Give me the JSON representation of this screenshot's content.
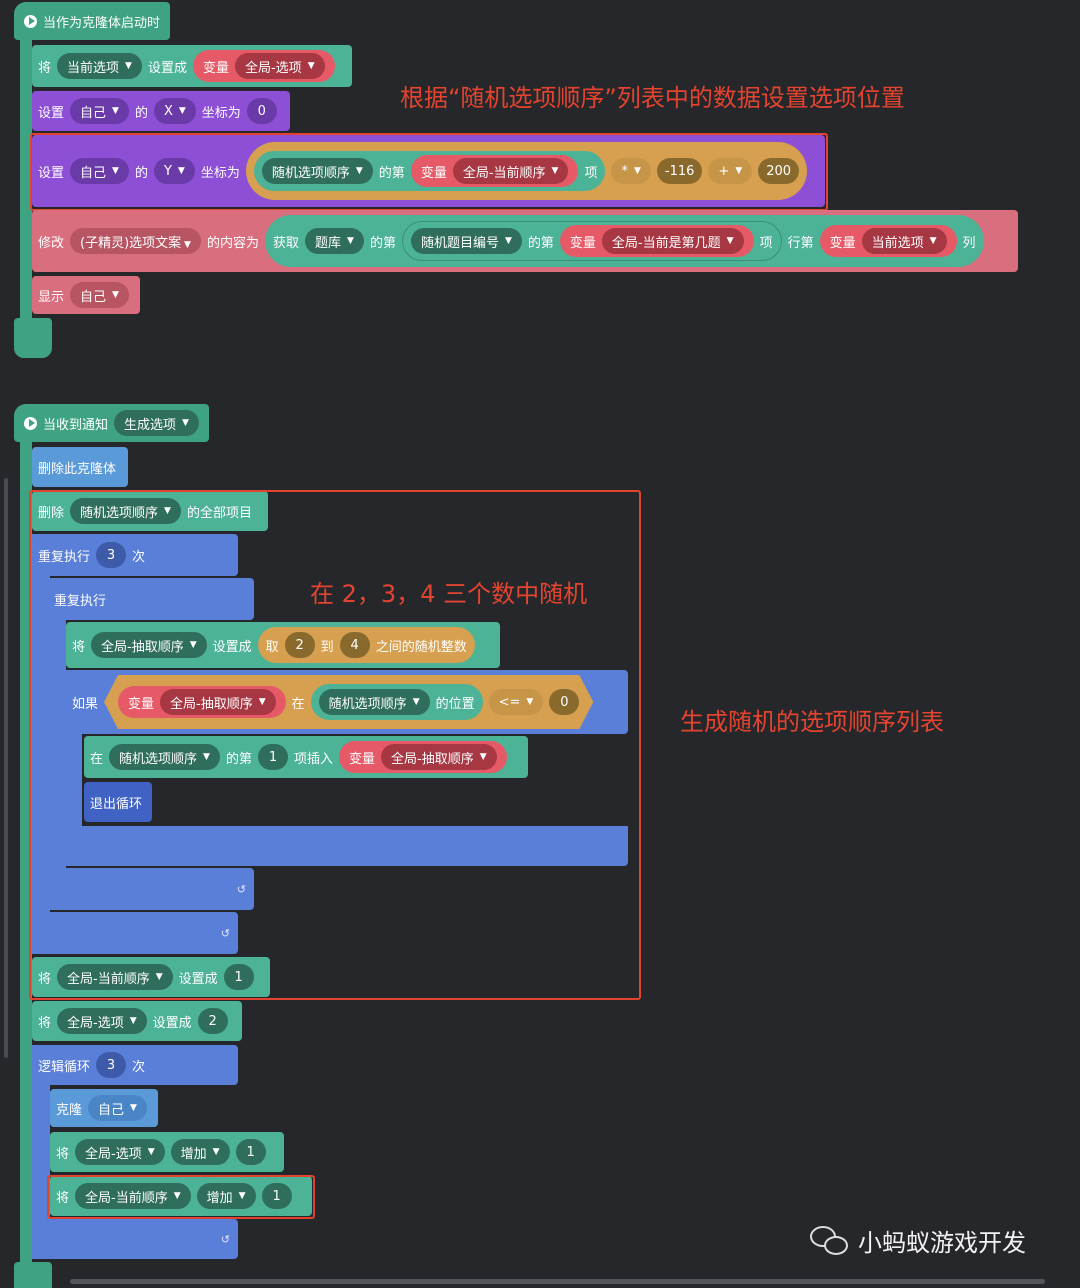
{
  "script1": {
    "hat": "当作为克隆体启动时",
    "row1": {
      "kw": "将",
      "opt": "当前选项",
      "set": "设置成",
      "var": "变量",
      "val": "全局-选项"
    },
    "row2": {
      "kw": "设置",
      "obj": "自己",
      "of": "的",
      "axis": "X",
      "label": "坐标为",
      "num": "0"
    },
    "row3": {
      "kw": "设置",
      "obj": "自己",
      "of": "的",
      "axis": "Y",
      "label": "坐标为",
      "list": "随机选项顺序",
      "nth": "的第",
      "var": "变量",
      "varname": "全局-当前顺序",
      "item": "项",
      "op1": "*",
      "n1": "-116",
      "op2": "+",
      "n2": "200"
    },
    "row4": {
      "kw": "修改",
      "sprite": "(子精灵)选项文案",
      "content": "的内容为",
      "get": "获取",
      "bank": "题库",
      "nth": "的第",
      "list": "随机题目编号",
      "nth2": "的第",
      "var": "变量",
      "varname": "全局-当前是第几题",
      "item": "项",
      "row": "行第",
      "var2": "变量",
      "varname2": "当前选项",
      "col": "列"
    },
    "row5": {
      "kw": "显示",
      "obj": "自己"
    }
  },
  "script2": {
    "hat": "当收到通知",
    "msg": "生成选项",
    "delete_clone": "删除此克隆体",
    "delete_all": {
      "kw": "删除",
      "list": "随机选项顺序",
      "tail": "的全部项目"
    },
    "repeat": {
      "kw": "重复执行",
      "n": "3",
      "times": "次"
    },
    "forever": "重复执行",
    "set_rand": {
      "kw": "将",
      "var": "全局-抽取顺序",
      "set": "设置成",
      "take": "取",
      "a": "2",
      "to": "到",
      "b": "4",
      "tail": "之间的随机整数"
    },
    "if": {
      "kw": "如果",
      "var": "变量",
      "varname": "全局-抽取顺序",
      "in": "在",
      "list": "随机选项顺序",
      "pos": "的位置",
      "op": "<=",
      "n": "0"
    },
    "insert": {
      "kw": "在",
      "list": "随机选项顺序",
      "nth": "的第",
      "n": "1",
      "ins": "项插入",
      "var": "变量",
      "varname": "全局-抽取顺序"
    },
    "break": "退出循环",
    "set_order": {
      "kw": "将",
      "var": "全局-当前顺序",
      "set": "设置成",
      "n": "1"
    },
    "set_opt": {
      "kw": "将",
      "var": "全局-选项",
      "set": "设置成",
      "n": "2"
    },
    "logic_loop": {
      "kw": "逻辑循环",
      "n": "3",
      "times": "次"
    },
    "clone": {
      "kw": "克隆",
      "obj": "自己"
    },
    "inc1": {
      "kw": "将",
      "var": "全局-选项",
      "op": "增加",
      "n": "1"
    },
    "inc2": {
      "kw": "将",
      "var": "全局-当前顺序",
      "op": "增加",
      "n": "1"
    },
    "loop_icon": "↺"
  },
  "annotations": {
    "a1": "根据“随机选项顺序”列表中的数据设置选项位置",
    "a2": "在 2，3，4 三个数中随机",
    "a3": "生成随机的选项顺序列表"
  },
  "watermark": "小蚂蚁游戏开发"
}
